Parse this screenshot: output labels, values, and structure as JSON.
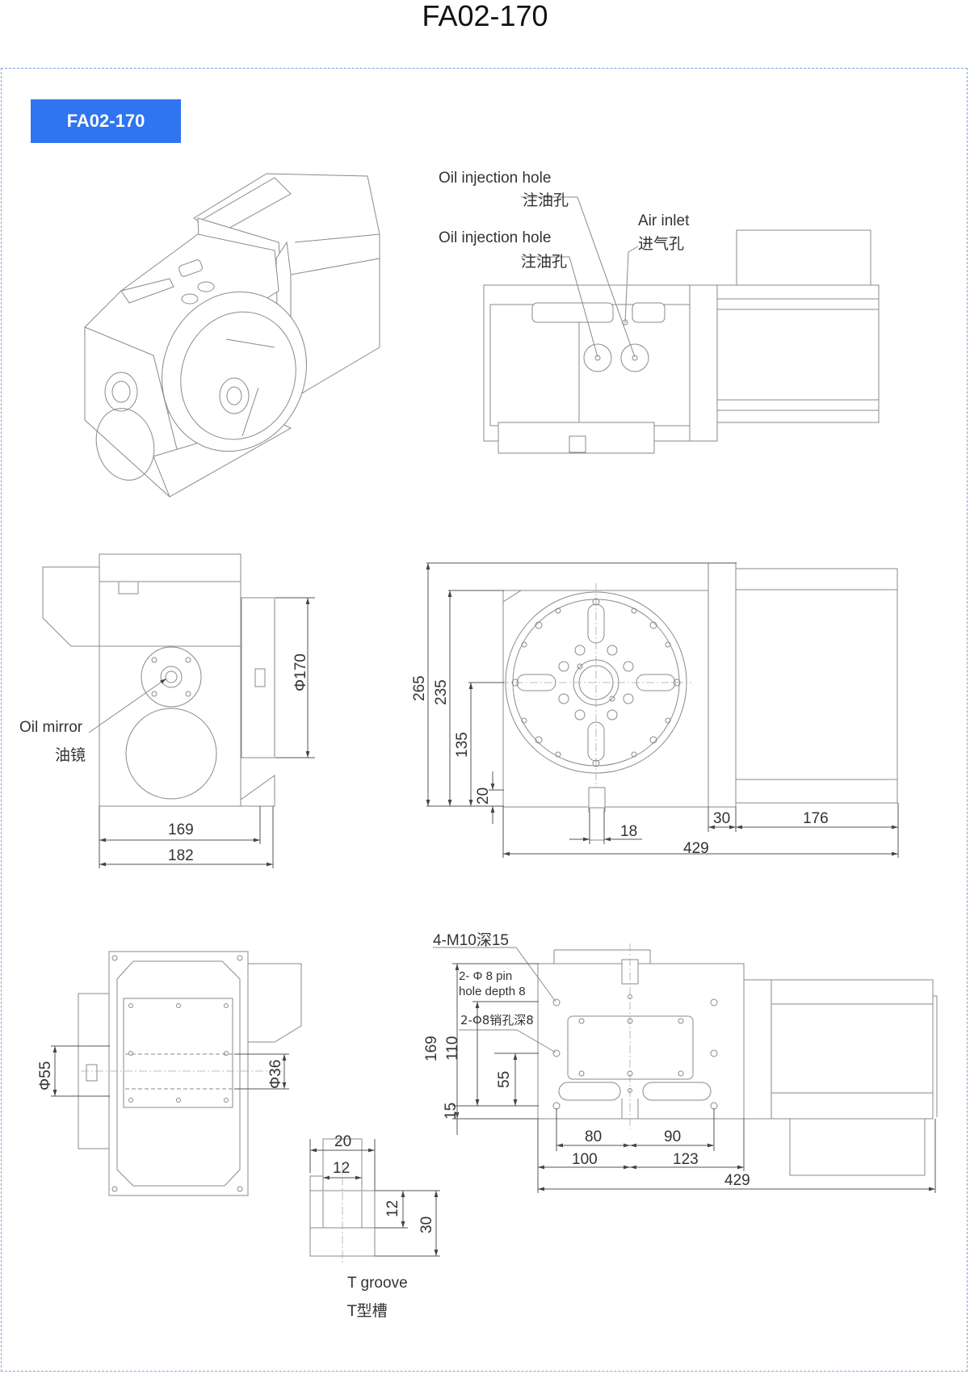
{
  "title": "FA02-170",
  "badge": "FA02-170",
  "top_view": {
    "oil_hole_label_1_en": "Oil injection hole",
    "oil_hole_label_1_cn": "注油孔",
    "oil_hole_label_2_en": "Oil injection hole",
    "oil_hole_label_2_cn": "注油孔",
    "air_inlet_en": "Air inlet",
    "air_inlet_cn": "进气孔"
  },
  "side_view": {
    "oil_mirror_en": "Oil mirror",
    "oil_mirror_cn": "油镜",
    "dim_dia": "Φ170",
    "dim_169": "169",
    "dim_182": "182"
  },
  "front_view": {
    "dim_265": "265",
    "dim_235": "235",
    "dim_135": "135",
    "dim_20": "20",
    "dim_18": "18",
    "dim_30": "30",
    "dim_176": "176",
    "dim_429": "429"
  },
  "rear_view": {
    "dim_55": "Φ55",
    "dim_36": "Φ36"
  },
  "tgroove": {
    "dim_20": "20",
    "dim_12a": "12",
    "dim_12b": "12",
    "dim_30": "30",
    "label_en": "T groove",
    "label_cn": "T型槽"
  },
  "bottom_view": {
    "thread_label": "4-M10深15",
    "pin_label_en_1": "2- Φ 8 pin",
    "pin_label_en_2": "hole depth 8",
    "pin_label_cn": "2-Φ8销孔深8",
    "dim_169": "169",
    "dim_110": "110",
    "dim_55": "55",
    "dim_15": "15",
    "dim_80": "80",
    "dim_90": "90",
    "dim_100": "100",
    "dim_123": "123",
    "dim_429": "429"
  }
}
